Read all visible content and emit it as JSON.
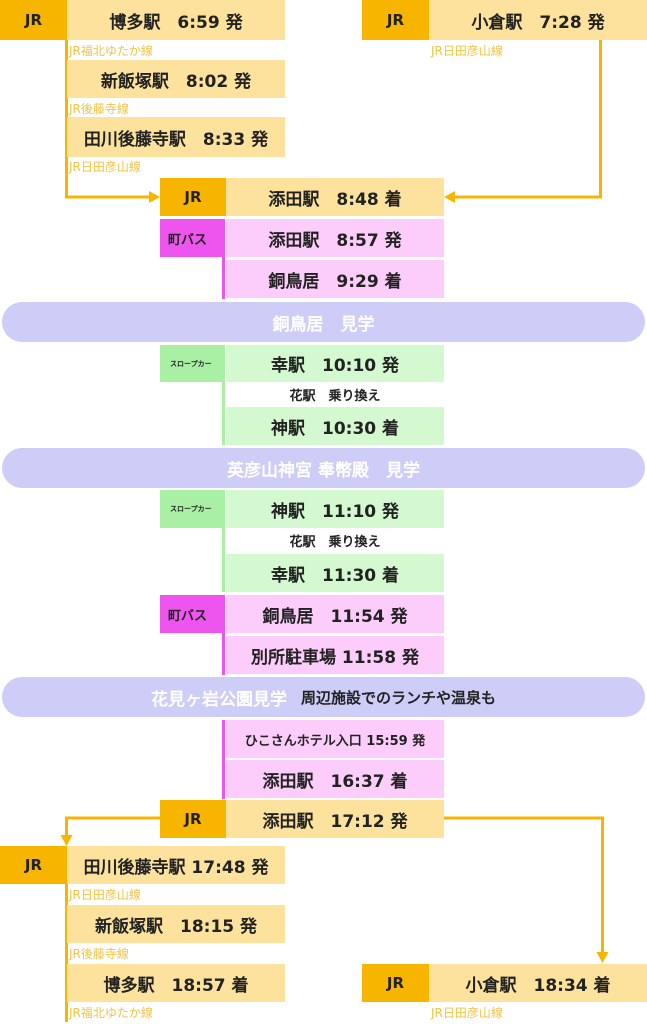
{
  "labels": {
    "jr": "JR",
    "bus": "町バス",
    "slope": "スロープカー"
  },
  "lines": {
    "fukuhoku": "JR福北ゆたか線",
    "gotoji": "JR後藤寺線",
    "hitahiko": "JR日田彦山線"
  },
  "outbound": {
    "hakata": "博多駅　6:59 発",
    "shiniizuka": "新飯塚駅　8:02 発",
    "tagawa": "田川後藤寺駅　8:33 発",
    "kokura": "小倉駅　7:28 発"
  },
  "route": {
    "soeda_arr": "添田駅　8:48 着",
    "bus1_dep": "添田駅　8:57 発",
    "bus1_arr": "銅鳥居　9:29 着",
    "banner1": "銅鳥居　見学",
    "slope1_dep": "幸駅　10:10 発",
    "slope1_transfer": "花駅　乗り換え",
    "slope1_arr": "神駅　10:30 着",
    "banner2": "英彦山神宮 奉幣殿　見学",
    "slope2_dep": "神駅　11:10 発",
    "slope2_transfer": "花駅　乗り換え",
    "slope2_arr": "幸駅　11:30 着",
    "bus2_dep": "銅鳥居　11:54 発",
    "bus2_arr": "別所駐車場 11:58 発",
    "banner3": "花見ヶ岩公園見学",
    "banner3_sub": "周辺施設でのランチや温泉も",
    "bus3_dep": "ひこさんホテル入口 15:59 発",
    "bus3_arr": "添田駅　16:37 着",
    "soeda_dep": "添田駅　17:12 発"
  },
  "return": {
    "tagawa": "田川後藤寺駅 17:48 発",
    "shiniizuka": "新飯塚駅　18:15 発",
    "hakata": "博多駅　18:57 着",
    "kokura": "小倉駅　18:34 着"
  },
  "colors": {
    "jr": "#f7b500",
    "jr_box": "#fce29d",
    "bus": "#ee55ee",
    "bus_box": "#fccdfb",
    "slope": "#a9f0a4",
    "slope_box": "#d4f8cf",
    "banner": "#cdcdf7"
  }
}
